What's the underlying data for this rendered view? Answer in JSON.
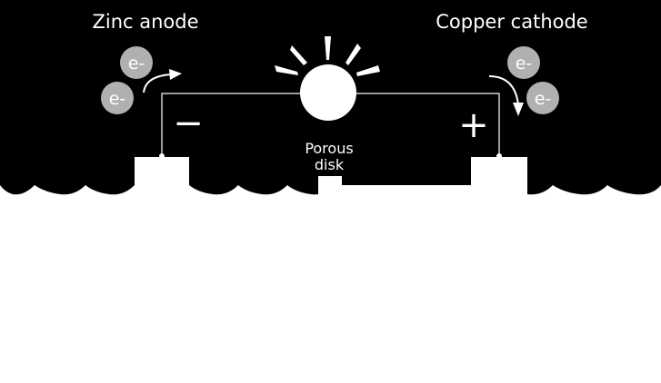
{
  "labels": {
    "anode": "Zinc anode",
    "cathode": "Copper cathode",
    "minus": "−",
    "plus": "+",
    "porous_line1": "Porous",
    "porous_line2": "disk",
    "electron": "e-"
  },
  "colors": {
    "background": "#000000",
    "foreground": "#ffffff",
    "electron": "#b0b0b0",
    "wire": "#d0d0d0"
  },
  "icons": {
    "bulb": "light-bulb-icon",
    "electron": "electron-icon",
    "flow_arrow": "curved-arrow-icon"
  }
}
